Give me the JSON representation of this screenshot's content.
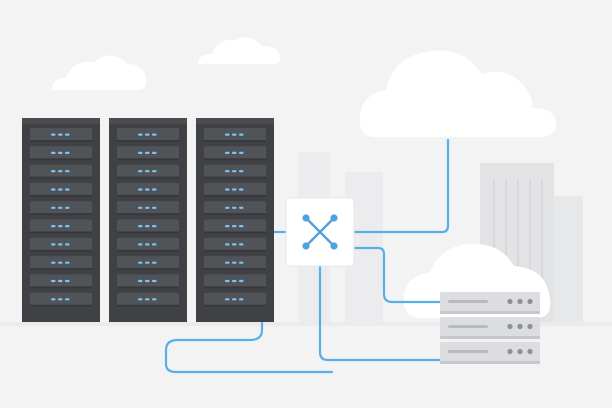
{
  "scene": {
    "racks": {
      "count": 3,
      "units_per_rack": 10
    },
    "rack_server": {
      "units": 3
    },
    "hub_icon": "network-switch-icon",
    "colors": {
      "background": "#f3f3f4",
      "cable": "#5aaee8",
      "led": "#7cc4ee",
      "rack_body": "#3f4144",
      "rack_unit": "#505357",
      "cloud": "#ffffff",
      "building": "#e3e4e6",
      "server_chassis": "#dcdde0",
      "hub_box": "#ffffff",
      "hub_accent": "#4fa3df"
    }
  }
}
